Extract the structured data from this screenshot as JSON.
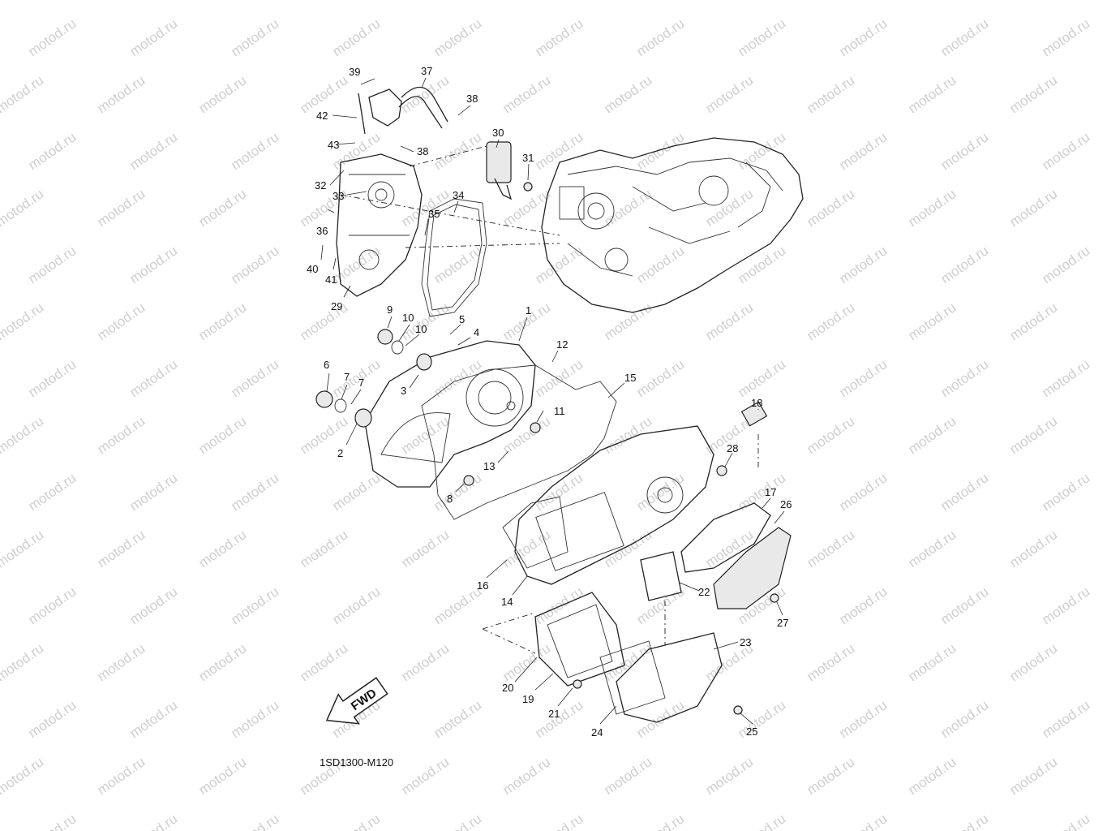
{
  "watermark": "motod.ru",
  "diagram_code": "1SD1300-M120",
  "arrow_label": "FWD",
  "parts": [
    {
      "id": "1"
    },
    {
      "id": "2"
    },
    {
      "id": "3"
    },
    {
      "id": "4"
    },
    {
      "id": "5"
    },
    {
      "id": "6"
    },
    {
      "id": "7"
    },
    {
      "id": "7"
    },
    {
      "id": "8"
    },
    {
      "id": "9"
    },
    {
      "id": "10"
    },
    {
      "id": "10"
    },
    {
      "id": "11"
    },
    {
      "id": "12"
    },
    {
      "id": "13"
    },
    {
      "id": "14"
    },
    {
      "id": "15"
    },
    {
      "id": "16"
    },
    {
      "id": "17"
    },
    {
      "id": "18"
    },
    {
      "id": "19"
    },
    {
      "id": "20"
    },
    {
      "id": "21"
    },
    {
      "id": "22"
    },
    {
      "id": "23"
    },
    {
      "id": "24"
    },
    {
      "id": "25"
    },
    {
      "id": "26"
    },
    {
      "id": "27"
    },
    {
      "id": "28"
    },
    {
      "id": "29"
    },
    {
      "id": "30"
    },
    {
      "id": "31"
    },
    {
      "id": "32"
    },
    {
      "id": "33"
    },
    {
      "id": "34"
    },
    {
      "id": "35"
    },
    {
      "id": "36"
    },
    {
      "id": "37"
    },
    {
      "id": "38"
    },
    {
      "id": "38"
    },
    {
      "id": "39"
    },
    {
      "id": "40"
    },
    {
      "id": "41"
    },
    {
      "id": "42"
    },
    {
      "id": "43"
    }
  ]
}
